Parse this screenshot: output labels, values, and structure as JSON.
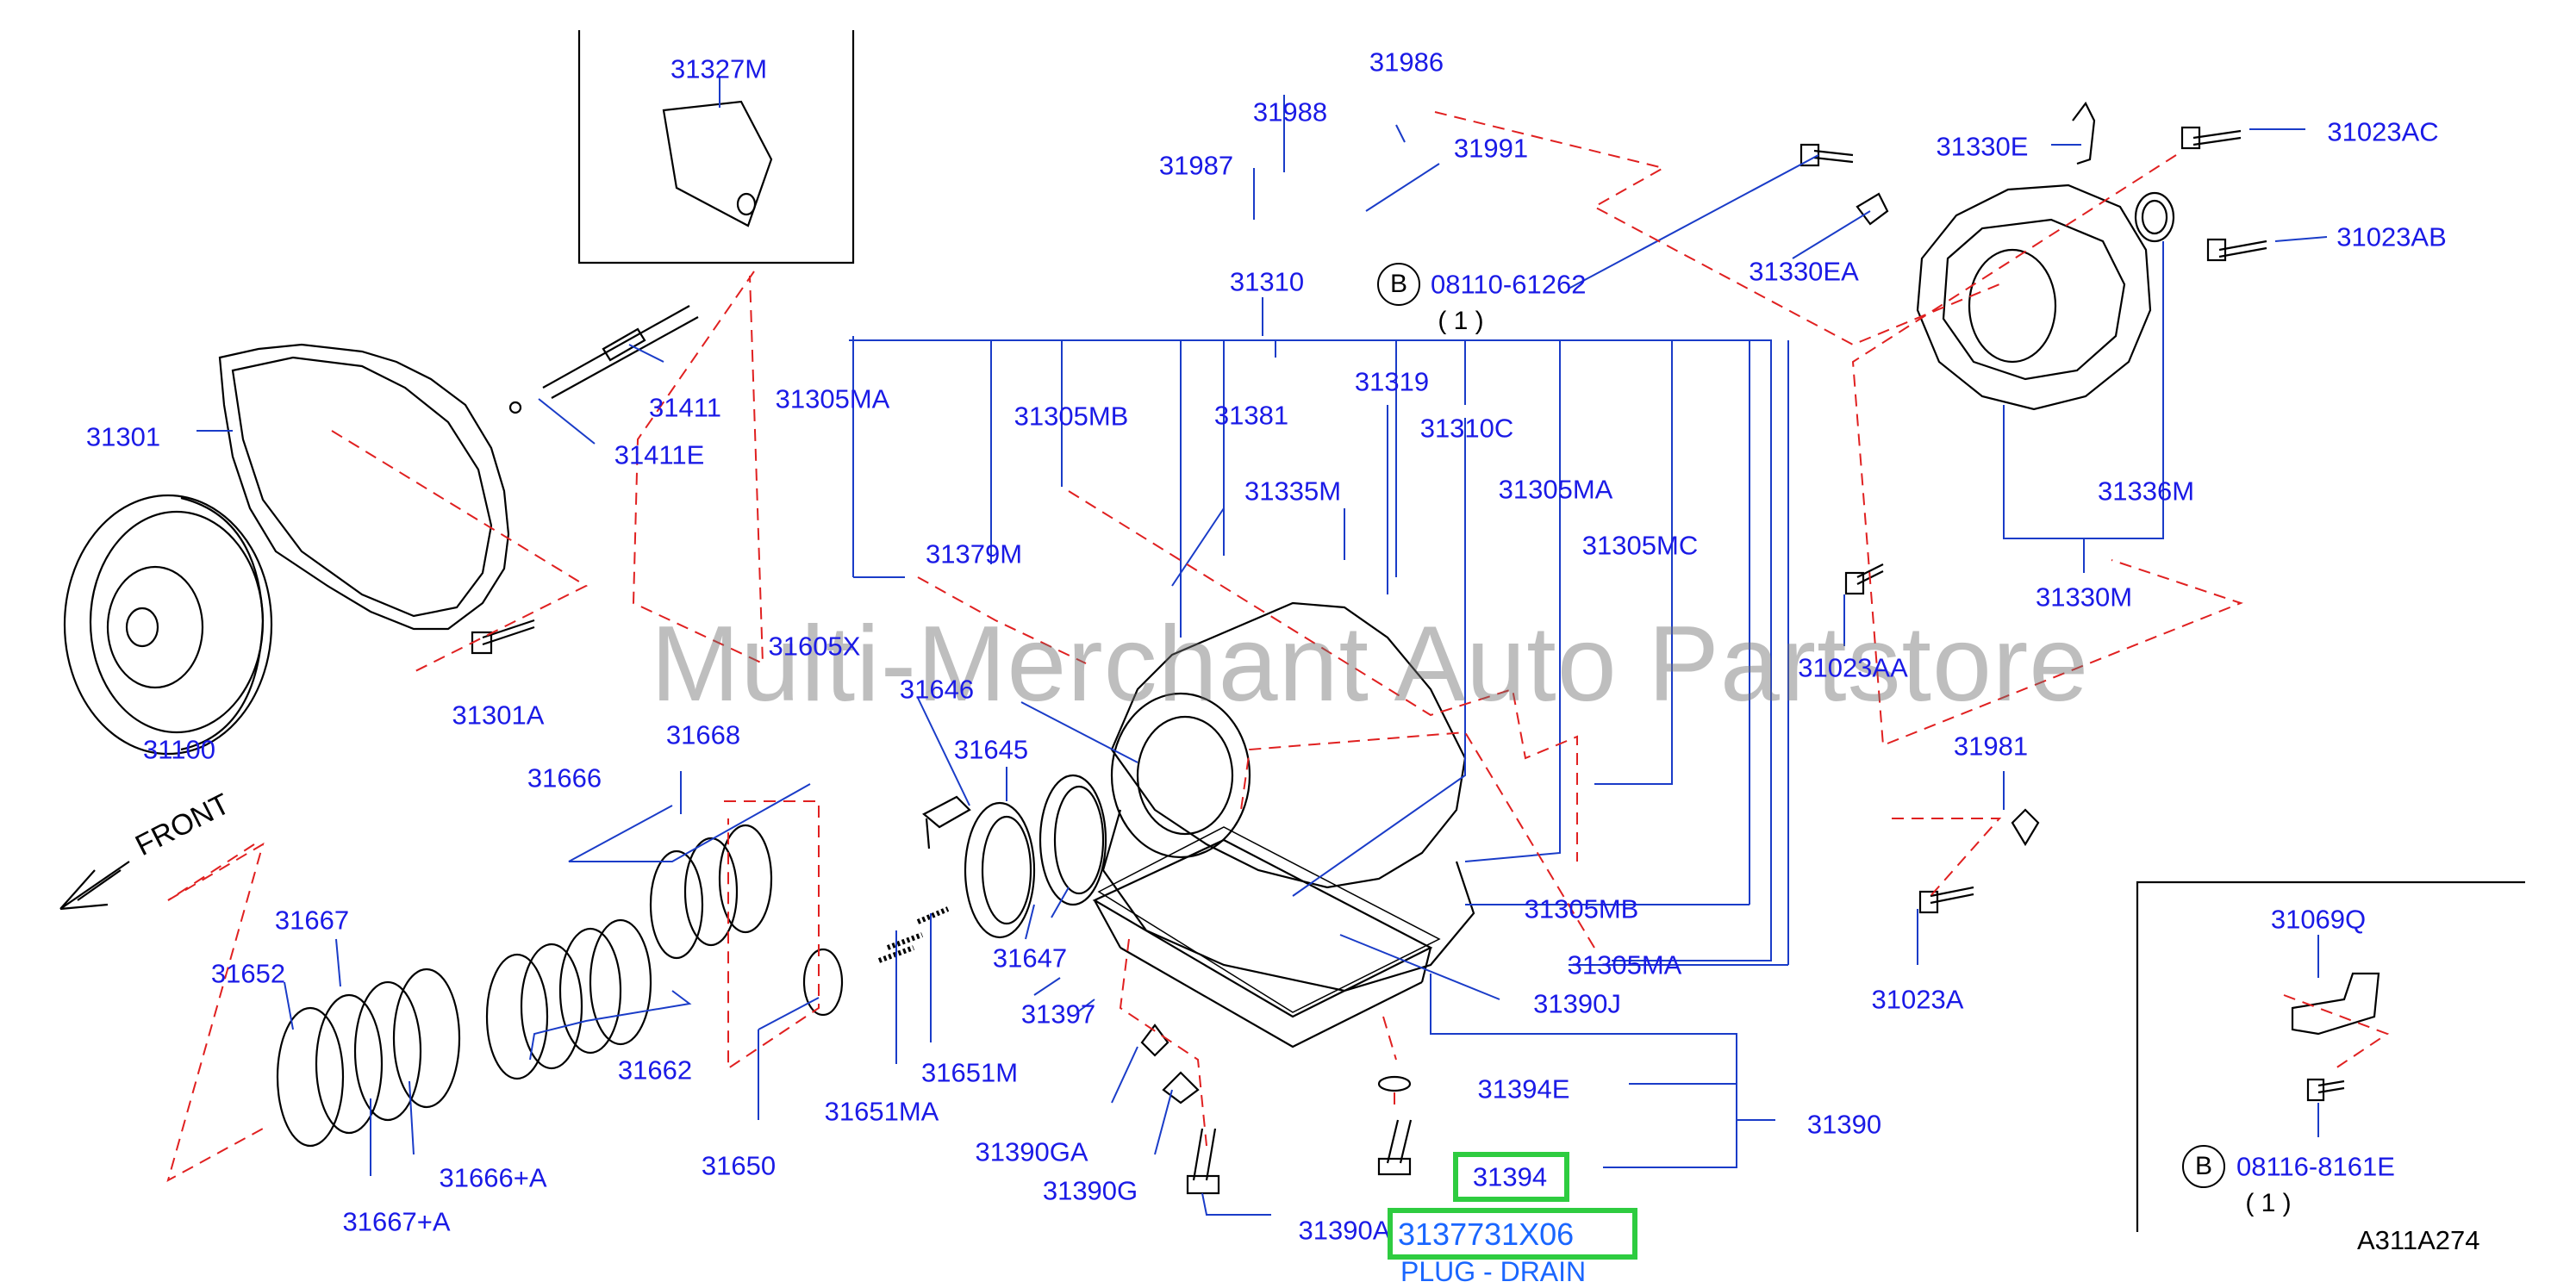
{
  "watermark": "Multi-Merchant Auto Partstore",
  "front_label": "FRONT",
  "diagram_id": "A311A274",
  "selected_part": {
    "number": "3137731X06",
    "description": "PLUG - DRAIN"
  },
  "bolt_refs": [
    {
      "badge": "B",
      "number": "08110-61262",
      "qty": "( 1 )"
    },
    {
      "badge": "B",
      "number": "08116-8161E",
      "qty": "( 1 )"
    }
  ],
  "part_labels": [
    {
      "id": "p31327M",
      "text": "31327M"
    },
    {
      "id": "p31986",
      "text": "31986"
    },
    {
      "id": "p31988",
      "text": "31988"
    },
    {
      "id": "p31987",
      "text": "31987"
    },
    {
      "id": "p31991",
      "text": "31991"
    },
    {
      "id": "p31310",
      "text": "31310"
    },
    {
      "id": "p31330E",
      "text": "31330E"
    },
    {
      "id": "p31023AC",
      "text": "31023AC"
    },
    {
      "id": "p31023AB",
      "text": "31023AB"
    },
    {
      "id": "p31330EA",
      "text": "31330EA"
    },
    {
      "id": "p31301",
      "text": "31301"
    },
    {
      "id": "p31411",
      "text": "31411"
    },
    {
      "id": "p31411E",
      "text": "31411E"
    },
    {
      "id": "p31305MA_a",
      "text": "31305MA"
    },
    {
      "id": "p31305MB_a",
      "text": "31305MB"
    },
    {
      "id": "p31381",
      "text": "31381"
    },
    {
      "id": "p31319",
      "text": "31319"
    },
    {
      "id": "p31310C",
      "text": "31310C"
    },
    {
      "id": "p31335M",
      "text": "31335M"
    },
    {
      "id": "p31305MA_b",
      "text": "31305MA"
    },
    {
      "id": "p31336M",
      "text": "31336M"
    },
    {
      "id": "p31305MC",
      "text": "31305MC"
    },
    {
      "id": "p31379M",
      "text": "31379M"
    },
    {
      "id": "p31330M",
      "text": "31330M"
    },
    {
      "id": "p31605X",
      "text": "31605X"
    },
    {
      "id": "p31023AA",
      "text": "31023AA"
    },
    {
      "id": "p31301A",
      "text": "31301A"
    },
    {
      "id": "p31646",
      "text": "31646"
    },
    {
      "id": "p31100",
      "text": "31100"
    },
    {
      "id": "p31668",
      "text": "31668"
    },
    {
      "id": "p31645",
      "text": "31645"
    },
    {
      "id": "p31981",
      "text": "31981"
    },
    {
      "id": "p31666",
      "text": "31666"
    },
    {
      "id": "p31305MB_b",
      "text": "31305MB"
    },
    {
      "id": "p31647",
      "text": "31647"
    },
    {
      "id": "p31305MA_c",
      "text": "31305MA"
    },
    {
      "id": "p31667",
      "text": "31667"
    },
    {
      "id": "p31069Q",
      "text": "31069Q"
    },
    {
      "id": "p31652",
      "text": "31652"
    },
    {
      "id": "p31397",
      "text": "31397"
    },
    {
      "id": "p31390J",
      "text": "31390J"
    },
    {
      "id": "p31023A",
      "text": "31023A"
    },
    {
      "id": "p31662",
      "text": "31662"
    },
    {
      "id": "p31651M",
      "text": "31651M"
    },
    {
      "id": "p31394E",
      "text": "31394E"
    },
    {
      "id": "p31651MA",
      "text": "31651MA"
    },
    {
      "id": "p31390",
      "text": "31390"
    },
    {
      "id": "p31390GA",
      "text": "31390GA"
    },
    {
      "id": "p31650",
      "text": "31650"
    },
    {
      "id": "p31666A",
      "text": "31666+A"
    },
    {
      "id": "p31394",
      "text": "31394"
    },
    {
      "id": "p31390G",
      "text": "31390G"
    },
    {
      "id": "p31667A",
      "text": "31667+A"
    },
    {
      "id": "p31390A",
      "text": "31390A"
    }
  ]
}
